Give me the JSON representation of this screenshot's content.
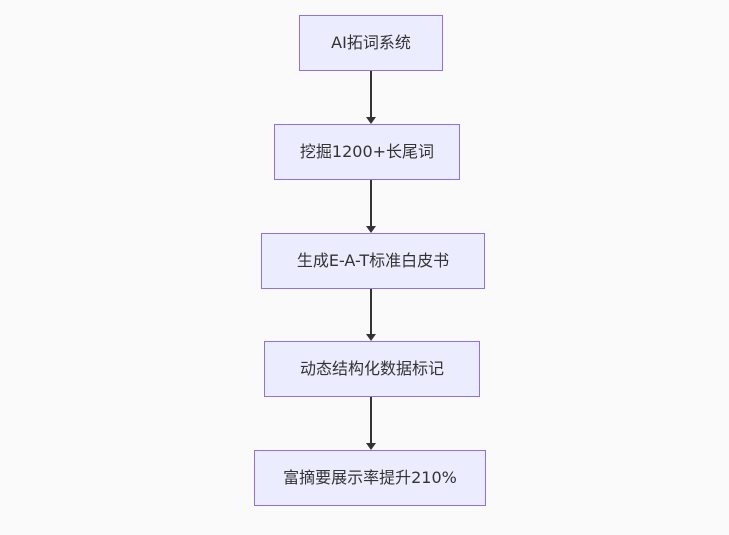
{
  "flowchart": {
    "direction": "top-down",
    "colors": {
      "background": "#fafafa",
      "node_fill": "#ECECFF",
      "node_border": "#9370DB",
      "arrow": "#333333",
      "text": "#333333"
    },
    "nodes": [
      {
        "id": "A",
        "label": "AI拓词系统"
      },
      {
        "id": "B",
        "label": "挖掘1200+长尾词"
      },
      {
        "id": "C",
        "label": "生成E-A-T标准白皮书"
      },
      {
        "id": "D",
        "label": "动态结构化数据标记"
      },
      {
        "id": "E",
        "label": "富摘要展示率提升210%"
      }
    ],
    "edges": [
      {
        "from": "A",
        "to": "B"
      },
      {
        "from": "B",
        "to": "C"
      },
      {
        "from": "C",
        "to": "D"
      },
      {
        "from": "D",
        "to": "E"
      }
    ]
  }
}
